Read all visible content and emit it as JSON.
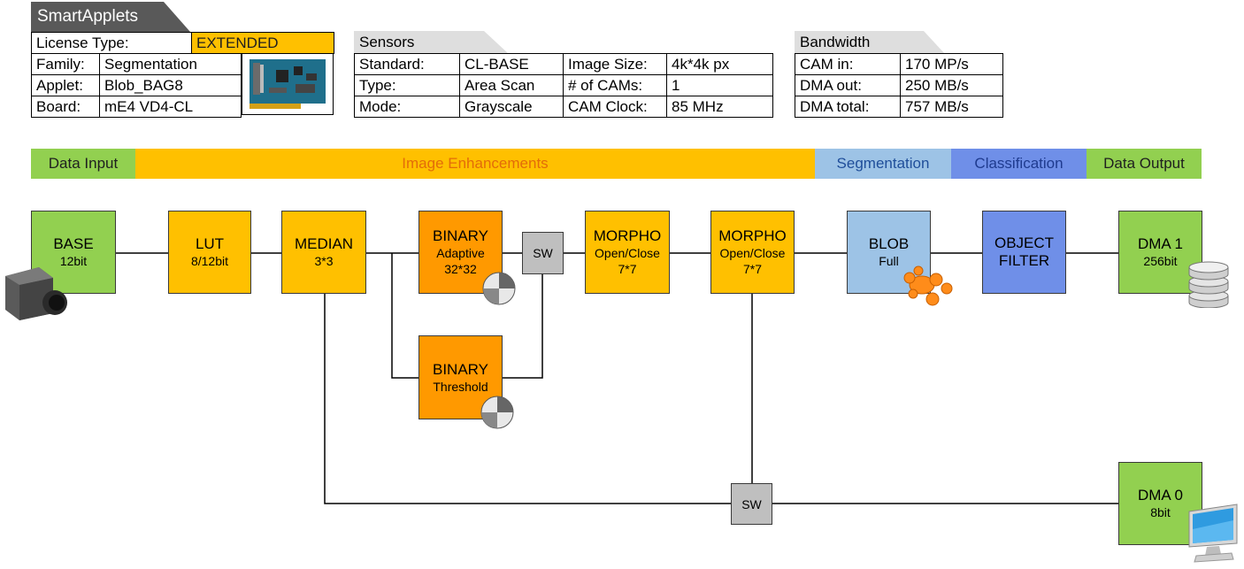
{
  "header": {
    "title": "SmartApplets"
  },
  "license": {
    "label": "License Type:",
    "value": "EXTENDED"
  },
  "applet_info": [
    {
      "label": "Family:",
      "value": "Segmentation"
    },
    {
      "label": "Applet:",
      "value": "Blob_BAG8"
    },
    {
      "label": "Board:",
      "value": "mE4 VD4-CL"
    }
  ],
  "sensors": {
    "title": "Sensors",
    "rows": [
      {
        "l1": "Standard:",
        "v1": "CL-BASE",
        "l2": "Image Size:",
        "v2": "4k*4k px"
      },
      {
        "l1": "Type:",
        "v1": "Area Scan",
        "l2": "# of CAMs:",
        "v2": "1"
      },
      {
        "l1": "Mode:",
        "v1": "Grayscale",
        "l2": "CAM Clock:",
        "v2": "85 MHz"
      }
    ]
  },
  "bandwidth": {
    "title": "Bandwidth",
    "rows": [
      {
        "label": "CAM in:",
        "value": "170 MP/s"
      },
      {
        "label": "DMA out:",
        "value": "250 MB/s"
      },
      {
        "label": "DMA total:",
        "value": "757 MB/s"
      }
    ]
  },
  "phases": {
    "input": "Data Input",
    "enhance": "Image Enhancements",
    "segment": "Segmentation",
    "classify": "Classification",
    "output": "Data Output"
  },
  "colors": {
    "green": "#92d050",
    "yellow": "#ffc000",
    "orange": "#ff9900",
    "light_blue": "#9dc3e6",
    "blue": "#6f8fe8",
    "gray": "#bfbfbf",
    "enhance_text": "#e36c09",
    "segment_text": "#1f4e9a",
    "classify_text": "#1f3b8f"
  },
  "blocks": {
    "base": {
      "title": "BASE",
      "sub": "12bit"
    },
    "lut": {
      "title": "LUT",
      "sub": "8/12bit"
    },
    "median": {
      "title": "MEDIAN",
      "sub": "3*3"
    },
    "binary_adaptive": {
      "title": "BINARY",
      "sub1": "Adaptive",
      "sub2": "32*32"
    },
    "sw1": {
      "title": "SW"
    },
    "binary_threshold": {
      "title": "BINARY",
      "sub": "Threshold"
    },
    "morpho1": {
      "title": "MORPHO",
      "sub1": "Open/Close",
      "sub2": "7*7"
    },
    "morpho2": {
      "title": "MORPHO",
      "sub1": "Open/Close",
      "sub2": "7*7"
    },
    "blob": {
      "title": "BLOB",
      "sub": "Full"
    },
    "object_filter": {
      "title1": "OBJECT",
      "title2": "FILTER"
    },
    "dma1": {
      "title": "DMA 1",
      "sub": "256bit"
    },
    "sw2": {
      "title": "SW"
    },
    "dma0": {
      "title": "DMA 0",
      "sub": "8bit"
    }
  },
  "icons": [
    "frame-grabber-board-icon",
    "camera-icon",
    "grayscale-disc-icon",
    "blob-icon",
    "database-icon",
    "monitor-icon"
  ]
}
